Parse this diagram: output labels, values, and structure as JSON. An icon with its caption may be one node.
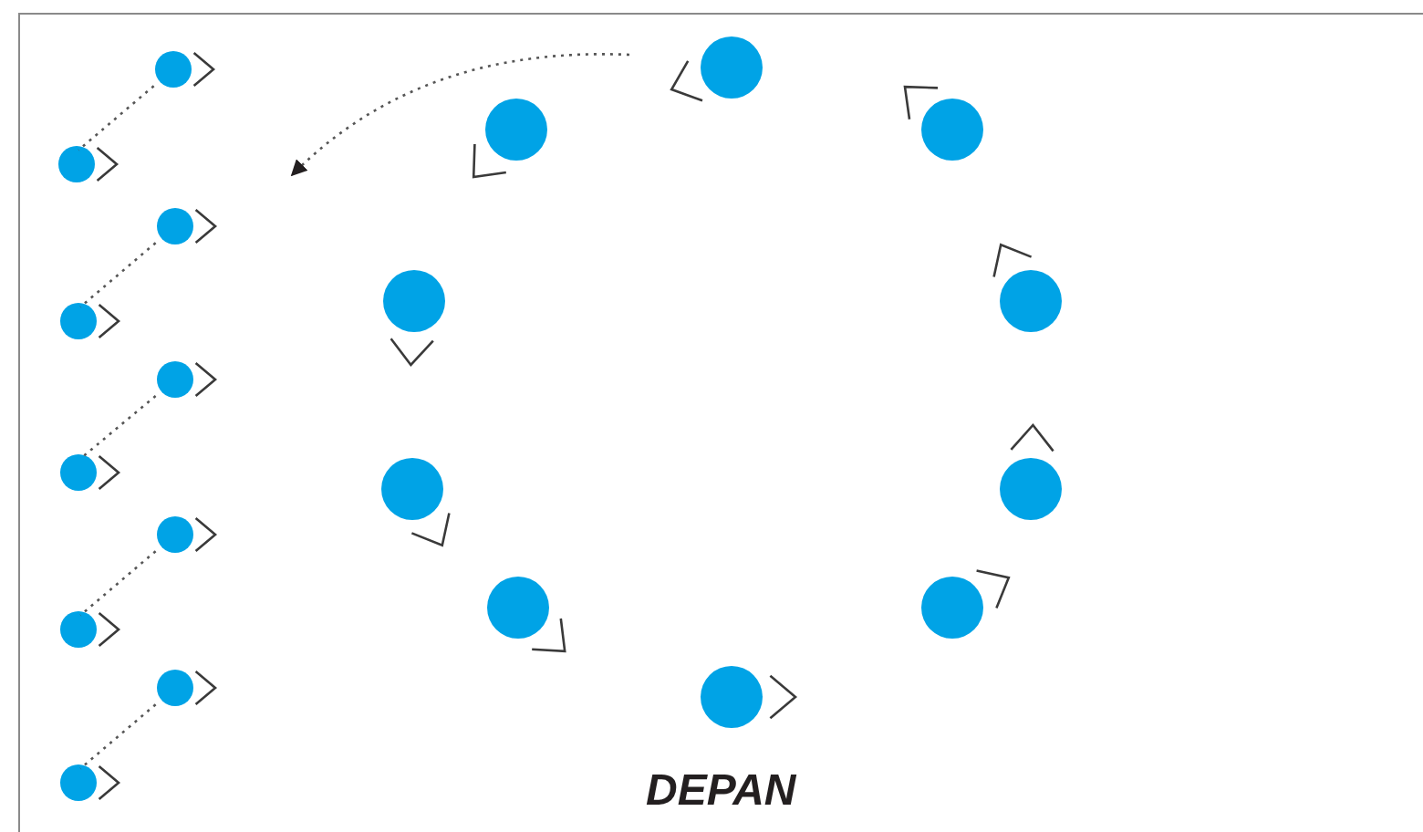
{
  "diagram": {
    "nodes": [
      {
        "text": [],
        "shape": "circle"
      },
      {
        "text": [],
        "shape": "circle"
      },
      {
        "text": [],
        "shape": "circle"
      },
      {
        "text": [],
        "shape": "circle"
      },
      {
        "text": [],
        "shape": "circle"
      },
      {
        "text": [],
        "shape": "circle"
      },
      {
        "text": [],
        "shape": "circle"
      },
      {
        "text": [],
        "shape": "circle"
      },
      {
        "text": [],
        "shape": "circle"
      },
      {
        "text": [],
        "shape": "circle"
      },
      {
        "text": [],
        "shape": "circle"
      },
      {
        "text": [],
        "shape": "circle"
      },
      {
        "text": [],
        "shape": "circle"
      },
      {
        "text": [],
        "shape": "circle"
      },
      {
        "text": [],
        "shape": "circle"
      },
      {
        "text": [],
        "shape": "circle"
      },
      {
        "text": [],
        "shape": "circle"
      },
      {
        "text": [],
        "shape": "circle"
      },
      {
        "text": [],
        "shape": "circle"
      },
      {
        "text": [],
        "shape": "circle"
      }
    ],
    "edges": [
      {
        "from": 0,
        "to": 1,
        "arrow": "none"
      },
      {
        "from": 2,
        "to": 3,
        "arrow": "none"
      },
      {
        "from": 4,
        "to": 5,
        "arrow": "none"
      },
      {
        "from": 6,
        "to": 7,
        "arrow": "none"
      },
      {
        "from": 8,
        "to": 9,
        "arrow": "none"
      }
    ],
    "labels": [
      "DEPAN"
    ]
  }
}
